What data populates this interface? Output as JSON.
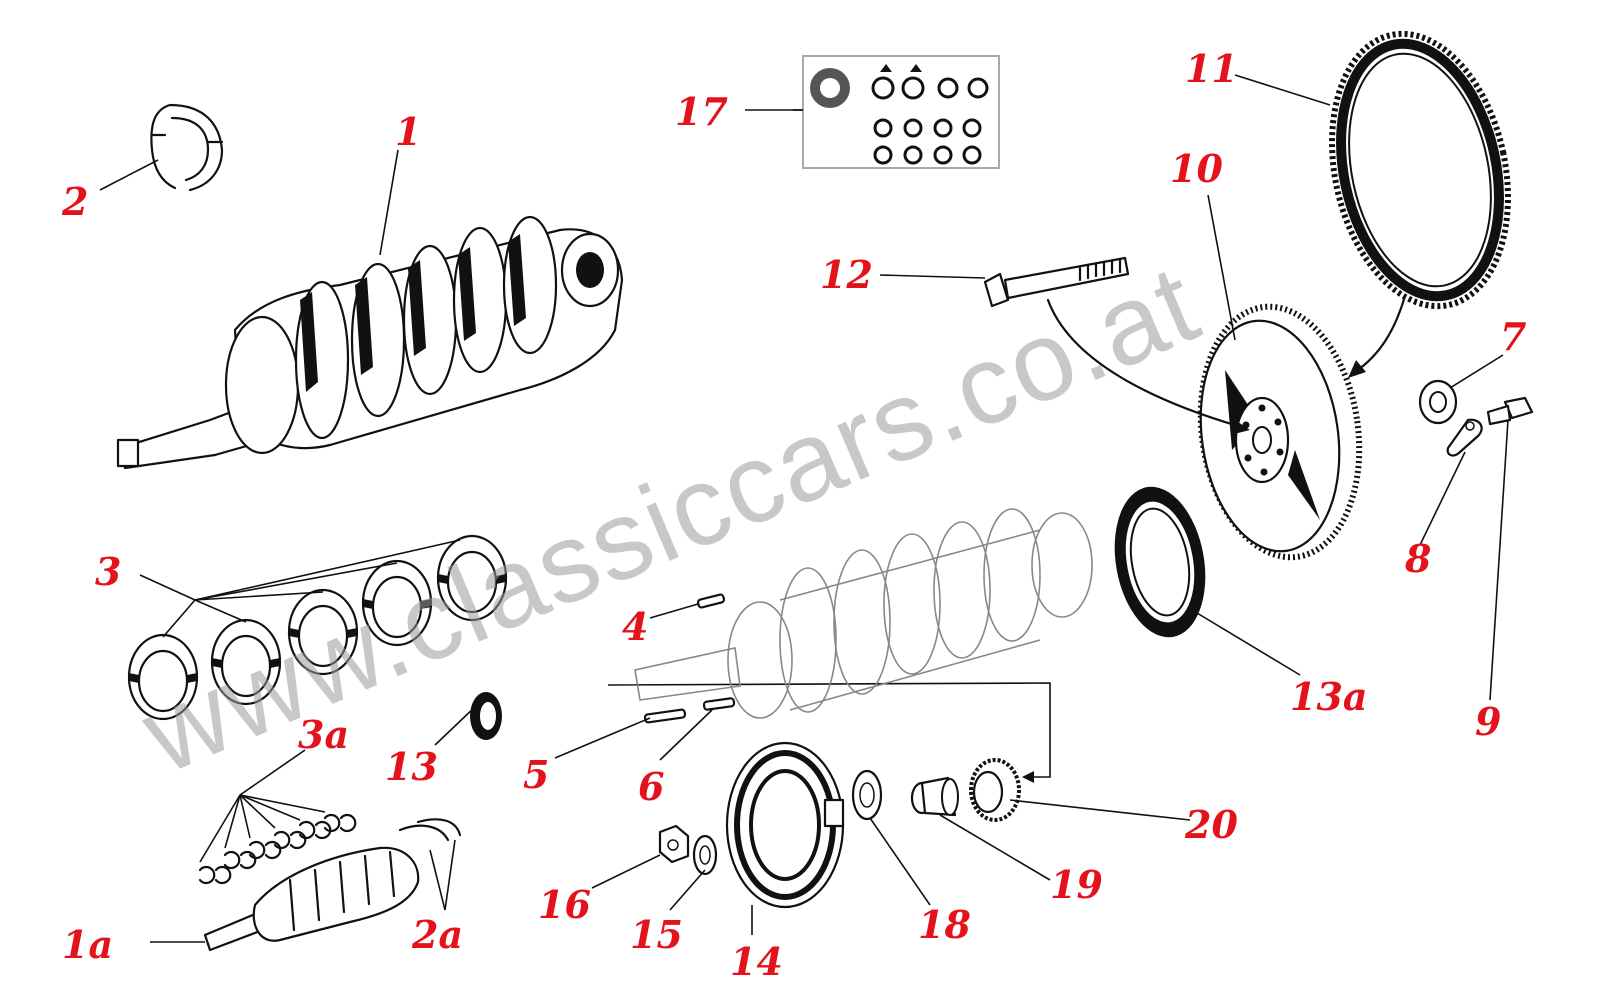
{
  "watermark": "www.classiccars.co.at",
  "callouts": {
    "c1": "1",
    "c1a": "1a",
    "c2": "2",
    "c2a": "2a",
    "c3": "3",
    "c3a": "3a",
    "c4": "4",
    "c5": "5",
    "c6": "6",
    "c7": "7",
    "c8": "8",
    "c9": "9",
    "c10": "10",
    "c11": "11",
    "c12": "12",
    "c13": "13",
    "c13a": "13a",
    "c14": "14",
    "c15": "15",
    "c16": "16",
    "c17": "17",
    "c18": "18",
    "c19": "19",
    "c20": "20"
  }
}
